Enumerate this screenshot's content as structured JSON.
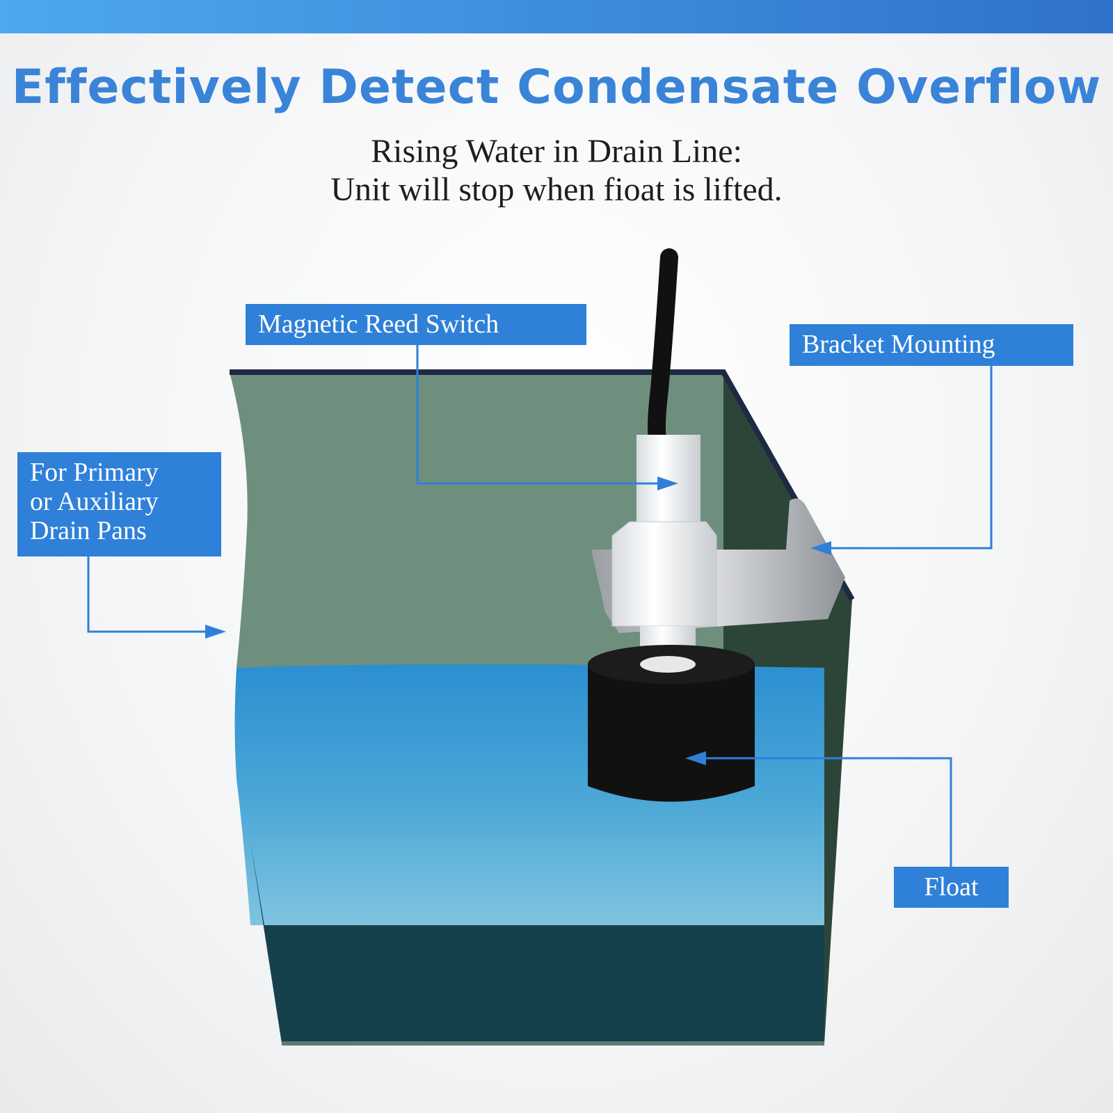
{
  "header": {
    "title": "Effectively Detect Condensate Overflow",
    "subtitle_line1": "Rising Water in Drain Line:",
    "subtitle_line2": "Unit will stop when fioat is lifted."
  },
  "labels": {
    "reed_switch": "Magnetic Reed Switch",
    "bracket": "Bracket Mounting",
    "drain_pans": [
      "For Primary",
      "or Auxiliary",
      "Drain Pans"
    ],
    "float": "Float"
  },
  "colors": {
    "accent": "#2f80d8",
    "title": "#3a84d8"
  }
}
